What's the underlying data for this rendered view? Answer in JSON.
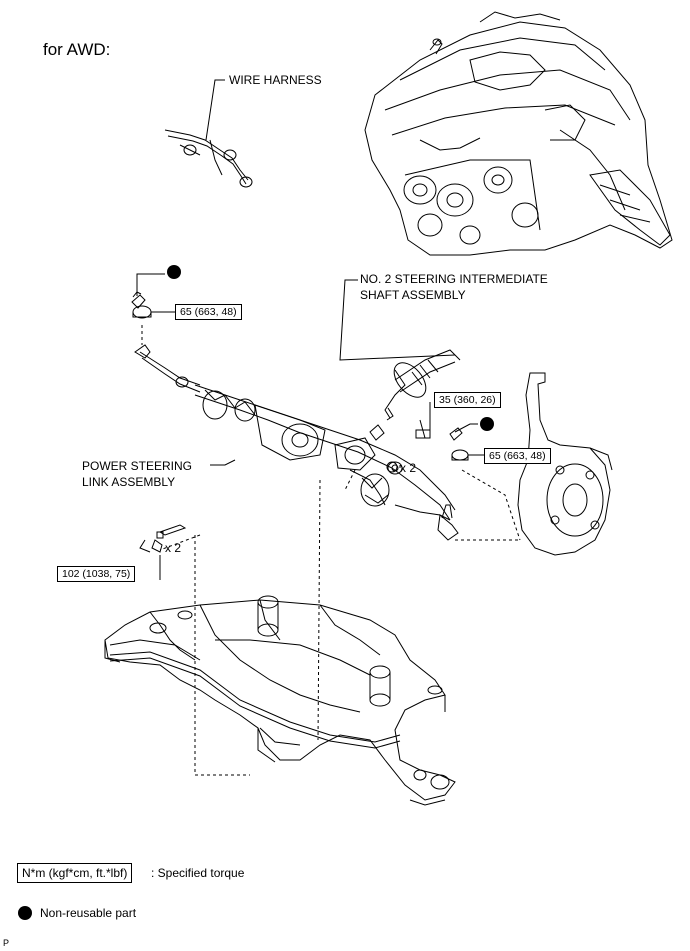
{
  "title": "for AWD:",
  "labels": {
    "wire_harness": "WIRE HARNESS",
    "intermediate_shaft_line1": "NO. 2 STEERING INTERMEDIATE",
    "intermediate_shaft_line2": "SHAFT ASSEMBLY",
    "power_steering_line1": "POWER STEERING",
    "power_steering_line2": "LINK ASSEMBLY",
    "qty_x2_a": "x 2",
    "qty_x2_b": "x 2"
  },
  "torques": {
    "tie_rod_left": "65 (663, 48)",
    "shaft_bolt": "35 (360, 26)",
    "tie_rod_right": "65 (663, 48)",
    "crossmember_bolt": "102 (1038, 75)"
  },
  "legend": {
    "torque_box": "N*m (kgf*cm, ft.*lbf)",
    "torque_text": ": Specified torque",
    "nonreusable_text": "Non-reusable part"
  },
  "footer": "P"
}
